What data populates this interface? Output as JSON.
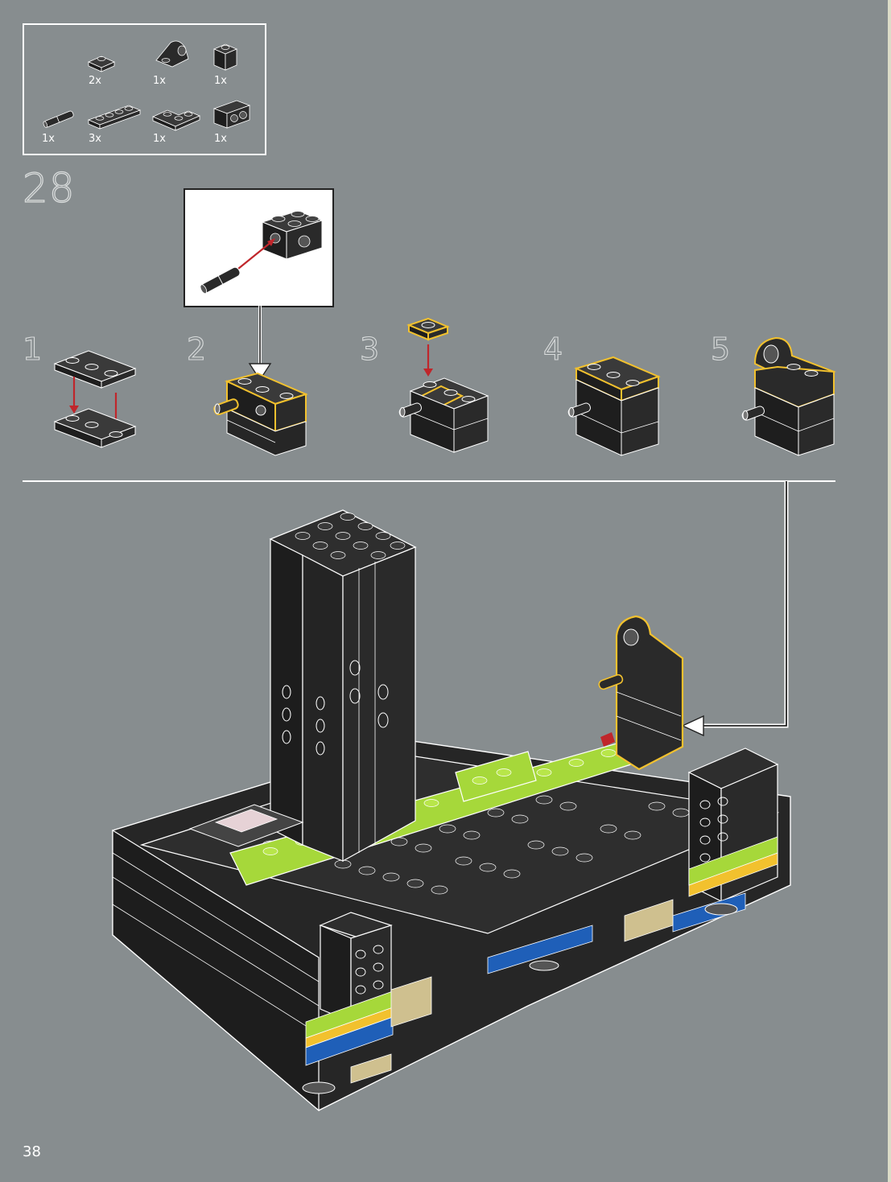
{
  "page": {
    "number": "38"
  },
  "colors": {
    "background": "#878d8f",
    "brick": "#2a2a2a",
    "brick_edge": "#ffffff",
    "highlight": "#f2c12e",
    "lime": "#a6d83a",
    "tan": "#cfc08f",
    "blue": "#1f5fb8",
    "arrow_red": "#c0262b"
  },
  "parts_list": {
    "items": [
      {
        "qty": "2x",
        "icon": "plate-1x2-icon"
      },
      {
        "qty": "1x",
        "icon": "plate-with-hole-bracket-icon"
      },
      {
        "qty": "1x",
        "icon": "brick-1x1-icon"
      },
      {
        "qty": "1x",
        "icon": "technic-pin-icon"
      },
      {
        "qty": "3x",
        "icon": "plate-1x4-icon"
      },
      {
        "qty": "1x",
        "icon": "plate-corner-icon"
      },
      {
        "qty": "1x",
        "icon": "technic-brick-1x2-icon"
      }
    ]
  },
  "step": {
    "number": "28",
    "substeps": [
      {
        "label": "1"
      },
      {
        "label": "2"
      },
      {
        "label": "3"
      },
      {
        "label": "4"
      },
      {
        "label": "5"
      }
    ]
  }
}
